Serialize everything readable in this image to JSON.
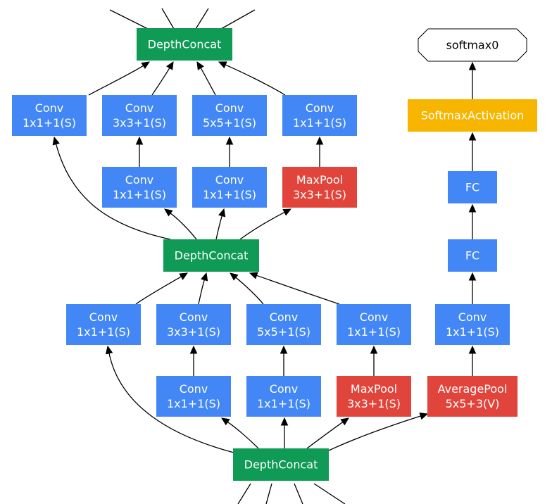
{
  "colors": {
    "conv": "#4287f5",
    "pool": "#e0443a",
    "concat": "#0f9a55",
    "softmax_activation": "#f7b500",
    "output_fill": "#ffffff",
    "output_stroke": "#000000",
    "edge": "#000000"
  },
  "nodes": [
    {
      "id": "concat_top",
      "kind": "concat",
      "lines": [
        "DepthConcat"
      ]
    },
    {
      "id": "conv_a1",
      "kind": "conv",
      "lines": [
        "Conv",
        "1x1+1(S)"
      ]
    },
    {
      "id": "conv_a2",
      "kind": "conv",
      "lines": [
        "Conv",
        "3x3+1(S)"
      ]
    },
    {
      "id": "conv_a3",
      "kind": "conv",
      "lines": [
        "Conv",
        "5x5+1(S)"
      ]
    },
    {
      "id": "conv_a4",
      "kind": "conv",
      "lines": [
        "Conv",
        "1x1+1(S)"
      ]
    },
    {
      "id": "conv_a2_red",
      "kind": "conv",
      "lines": [
        "Conv",
        "1x1+1(S)"
      ]
    },
    {
      "id": "conv_a3_red",
      "kind": "conv",
      "lines": [
        "Conv",
        "1x1+1(S)"
      ]
    },
    {
      "id": "maxpool_a",
      "kind": "pool",
      "lines": [
        "MaxPool",
        "3x3+1(S)"
      ]
    },
    {
      "id": "concat_mid",
      "kind": "concat",
      "lines": [
        "DepthConcat"
      ]
    },
    {
      "id": "conv_b1",
      "kind": "conv",
      "lines": [
        "Conv",
        "1x1+1(S)"
      ]
    },
    {
      "id": "conv_b2",
      "kind": "conv",
      "lines": [
        "Conv",
        "3x3+1(S)"
      ]
    },
    {
      "id": "conv_b3",
      "kind": "conv",
      "lines": [
        "Conv",
        "5x5+1(S)"
      ]
    },
    {
      "id": "conv_b4",
      "kind": "conv",
      "lines": [
        "Conv",
        "1x1+1(S)"
      ]
    },
    {
      "id": "conv_b2_red",
      "kind": "conv",
      "lines": [
        "Conv",
        "1x1+1(S)"
      ]
    },
    {
      "id": "conv_b3_red",
      "kind": "conv",
      "lines": [
        "Conv",
        "1x1+1(S)"
      ]
    },
    {
      "id": "maxpool_b",
      "kind": "pool",
      "lines": [
        "MaxPool",
        "3x3+1(S)"
      ]
    },
    {
      "id": "concat_bottom",
      "kind": "concat",
      "lines": [
        "DepthConcat"
      ]
    },
    {
      "id": "softmax0",
      "kind": "output",
      "lines": [
        "softmax0"
      ]
    },
    {
      "id": "softmax_act",
      "kind": "softmax_activation",
      "lines": [
        "SoftmaxActivation"
      ]
    },
    {
      "id": "fc_2",
      "kind": "conv",
      "lines": [
        "FC"
      ]
    },
    {
      "id": "fc_1",
      "kind": "conv",
      "lines": [
        "FC"
      ]
    },
    {
      "id": "conv_aux",
      "kind": "conv",
      "lines": [
        "Conv",
        "1x1+1(S)"
      ]
    },
    {
      "id": "avgpool_aux",
      "kind": "pool",
      "lines": [
        "AveragePool",
        "5x5+3(V)"
      ]
    }
  ],
  "edges": [
    {
      "from": "conv_a1",
      "to": "concat_top"
    },
    {
      "from": "conv_a2",
      "to": "concat_top"
    },
    {
      "from": "conv_a3",
      "to": "concat_top"
    },
    {
      "from": "conv_a4",
      "to": "concat_top"
    },
    {
      "from": "conv_a2_red",
      "to": "conv_a2"
    },
    {
      "from": "conv_a3_red",
      "to": "conv_a3"
    },
    {
      "from": "maxpool_a",
      "to": "conv_a4"
    },
    {
      "from": "concat_mid",
      "to": "conv_a1"
    },
    {
      "from": "concat_mid",
      "to": "conv_a2_red"
    },
    {
      "from": "concat_mid",
      "to": "conv_a3_red"
    },
    {
      "from": "concat_mid",
      "to": "maxpool_a"
    },
    {
      "from": "conv_b1",
      "to": "concat_mid"
    },
    {
      "from": "conv_b2",
      "to": "concat_mid"
    },
    {
      "from": "conv_b3",
      "to": "concat_mid"
    },
    {
      "from": "conv_b4",
      "to": "concat_mid"
    },
    {
      "from": "conv_b2_red",
      "to": "conv_b2"
    },
    {
      "from": "conv_b3_red",
      "to": "conv_b3"
    },
    {
      "from": "maxpool_b",
      "to": "conv_b4"
    },
    {
      "from": "concat_bottom",
      "to": "conv_b1"
    },
    {
      "from": "concat_bottom",
      "to": "conv_b2_red"
    },
    {
      "from": "concat_bottom",
      "to": "conv_b3_red"
    },
    {
      "from": "concat_bottom",
      "to": "maxpool_b"
    },
    {
      "from": "concat_bottom",
      "to": "avgpool_aux"
    },
    {
      "from": "avgpool_aux",
      "to": "conv_aux"
    },
    {
      "from": "conv_aux",
      "to": "fc_1"
    },
    {
      "from": "fc_1",
      "to": "fc_2"
    },
    {
      "from": "fc_2",
      "to": "softmax_act"
    },
    {
      "from": "softmax_act",
      "to": "softmax0"
    }
  ]
}
